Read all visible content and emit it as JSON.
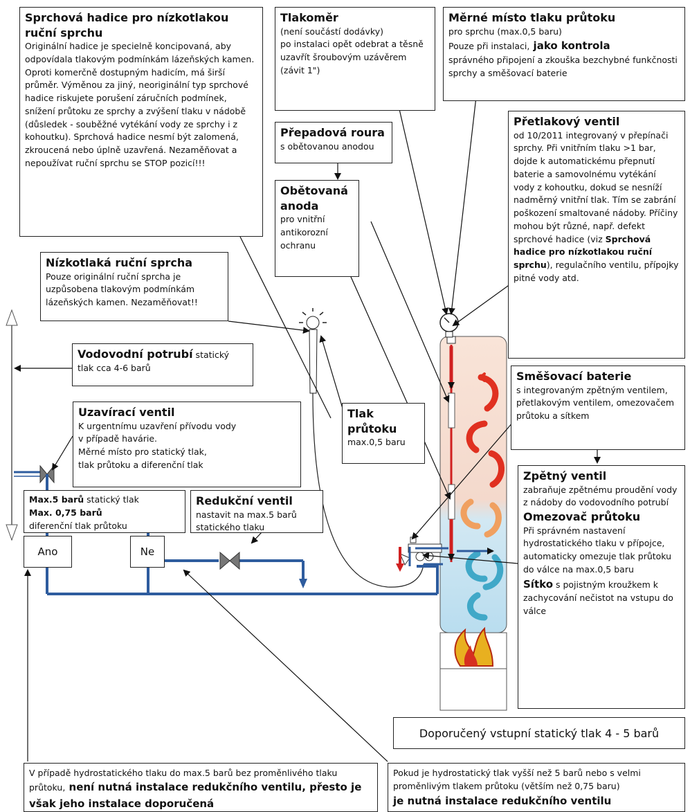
{
  "boxes": {
    "hose": {
      "title": "Sprchová hadice pro nízkotlakou ruční sprchu",
      "body": "Originální hadice je specielně koncipovaná, aby odpovídala tlakovým podmínkám lázeňských kamen. Oproti komerčně dostupným hadicím, má širší průměr. Výměnou za jiný, neoriginální typ sprchové hadice riskujete porušení záručních podmínek, snížení průtoku ze sprchy a zvýšení tlaku v nádobě (důsledek - souběžné vytékání vody ze sprchy i z kohoutku). Sprchová hadice nesmí být zalomená, zkroucená nebo úplně uzavřená. Nezaměňovat a nepoužívat ruční sprchu se STOP pozicí!!!"
    },
    "gauge": {
      "title": "Tlakoměr",
      "body": "(není součástí dodávky)\npo instalaci opět odebrat a těsně uzavřít šroubovým uzávěrem (závit 1\")"
    },
    "measure": {
      "title": "Měrné místo tlaku průtoku",
      "body_1": "pro sprchu (max.0,5 baru)",
      "body_2": "Pouze při instalaci,",
      "body_2b": " jako kontrola",
      "body_3": "správného připojení a zkouška bezchybné funkčnosti sprchy a směšovací baterie"
    },
    "overflow": {
      "title": "Přepadová roura",
      "body": "s obětovanou anodou"
    },
    "anode": {
      "title": "Obětovaná anoda",
      "body": "pro vnitřní antikorozní ochranu"
    },
    "relief": {
      "title": "Přetlakový ventil",
      "body_a": "od 10/2011 integrovaný v přepínači sprchy. Při vnitřním tlaku >1 bar, dojde k automatickému přepnutí baterie a samovolnému vytékání vody z kohoutku, dokud se nesníží nadměrný vnitřní tlak. Tím se zabrání poškození smaltované nádoby. Příčiny mohou být různé, např. defekt sprchové hadice (viz ",
      "body_ref": "Sprchová hadice pro nízkotlakou ruční sprchu",
      "body_b": "), regulačního ventilu, přípojky pitné vody atd."
    },
    "handshower": {
      "title": "Nízkotlaká ruční sprcha",
      "body": "Pouze originální ruční sprcha je uzpůsobena tlakovým podmínkám lázeňských kamen. Nezaměňovat!!"
    },
    "waterpipe": {
      "title": "Vodovodní potrubí",
      "body": " statický tlak cca 4-6 barů"
    },
    "shutoff": {
      "title": "Uzavírací ventil",
      "body": "K urgentnímu uzavření přívodu vody\nv případě havárie.\nMěrné místo pro statický tlak,\ntlak průtoku a diferenční tlak"
    },
    "flowpressure": {
      "title": "Tlak průtoku",
      "body": "max.0,5 baru"
    },
    "mixer": {
      "title": "Směšovací baterie",
      "body": "s integrovaným zpětným ventilem, přetlakovým ventilem, omezovačem průtoku a sítkem"
    },
    "max": {
      "b1": "Max.5 barů",
      "t1": " statický tlak",
      "b2": "Max. 0,75 barů",
      "t2": "diferenční tlak průtoku"
    },
    "reducer": {
      "title": "Redukční ventil",
      "body": "nastavit na max.5 barů statického tlaku"
    },
    "check": {
      "title": "Zpětný ventil",
      "body": "zabraňuje zpětnému proudění vody z nádoby do vodovodního potrubí",
      "title2": "Omezovač průtoku",
      "body2": "Při správném nastavení hydrostatického tlaku v přípojce, automaticky omezuje tlak průtoku do válce na max.0,5 baru",
      "title3": "Sítko",
      "body3": " s pojistným kroužkem k zachycování nečistot na vstupu do válce"
    },
    "yes": "Ano",
    "no": "Ne",
    "recommended": "Doporučený vstupní statický tlak  4 - 5 barů",
    "left_note": {
      "small": "V případě  hydrostatického tlaku do max.5 barů bez proměnlivého tlaku průtoku,",
      "big": " není  nutná instalace redukčního ventilu, přesto je však jeho instalace doporučená"
    },
    "right_note": {
      "small": "Pokud je hydrostatický tlak vyšší než 5 barů nebo s velmi proměnlivým  tlakem průtoku (větším než 0,75 baru)",
      "big": "je nutná instalace redukčního ventilu"
    }
  },
  "colors": {
    "pipe": "#2e5c9e",
    "hot_arrow": "#e03020",
    "warm_arrow": "#f0a060",
    "cold_arrow": "#40a8c8",
    "tank_top": "#f9e2d6",
    "tank_bottom": "#c8e4f2"
  }
}
